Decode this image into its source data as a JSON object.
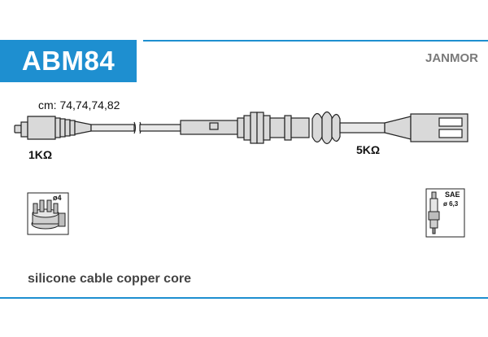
{
  "header": {
    "part_code": "ABM84",
    "brand": "JANMOR"
  },
  "cable": {
    "lengths_label": "cm: 74,74,74,82",
    "resistance_left": "1KΩ",
    "resistance_right": "5KΩ"
  },
  "icons": {
    "distributor_cap_icon": {
      "name": "distributor-cap-icon",
      "label": "ø4"
    },
    "spark_plug_icon": {
      "name": "spark-plug-icon",
      "label_top": "SAE",
      "label_bottom": "ø 6,3"
    }
  },
  "footer": {
    "description": "silicone cable copper core"
  },
  "colors": {
    "accent": "#1e8fd0",
    "brand_gray": "#7a7a7a",
    "line": "#222222",
    "fill_gray": "#d9d9d9"
  }
}
